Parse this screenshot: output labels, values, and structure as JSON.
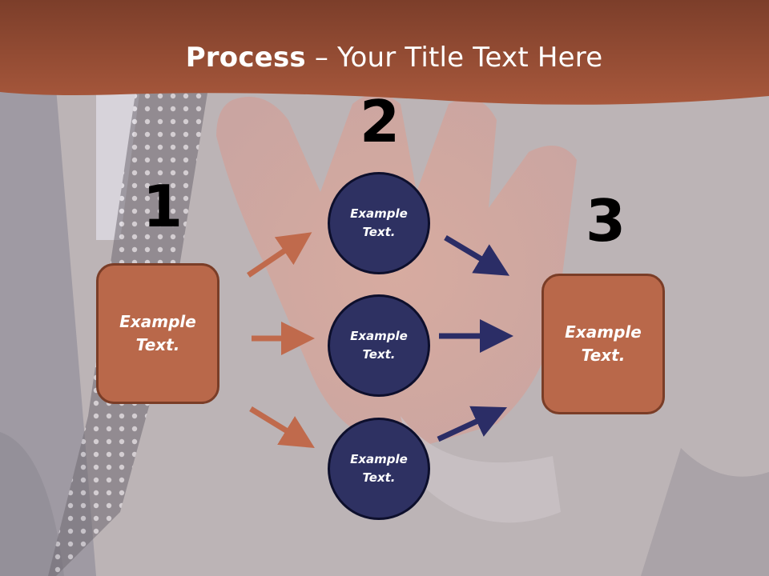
{
  "slide": {
    "title_bold": "Process",
    "title_rest": " – Your Title Text Here"
  },
  "steps": {
    "n1": "1",
    "n2": "2",
    "n3": "3"
  },
  "boxes": {
    "left": "Example Text.",
    "right": "Example Text."
  },
  "circles": {
    "top": "Example Text.",
    "middle": "Example Text.",
    "bottom": "Example Text."
  },
  "colors": {
    "header": "#a0533a",
    "box_fill": "#b9684a",
    "circle_fill": "#2e3162",
    "arrow_orange": "#c06a4c",
    "arrow_navy": "#2b2d66"
  }
}
